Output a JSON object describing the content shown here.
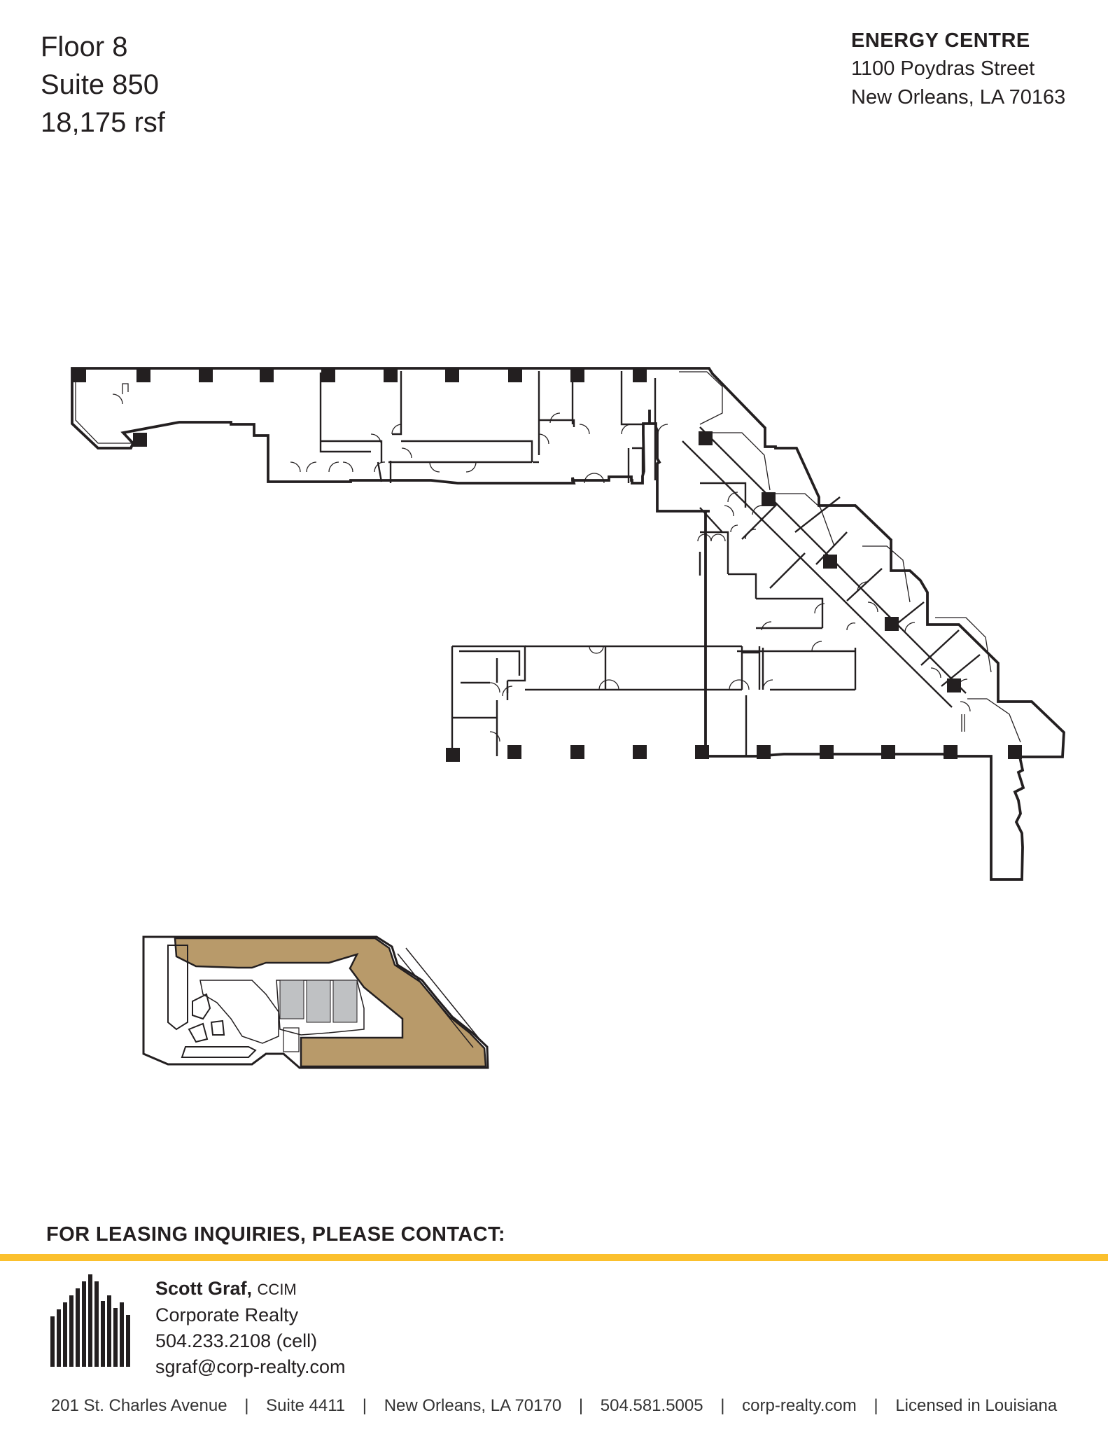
{
  "header": {
    "floor": "Floor 8",
    "suite": "Suite 850",
    "area": "18,175 rsf"
  },
  "building": {
    "name": "ENERGY CENTRE",
    "street": "1100 Poydras Street",
    "city": "New Orleans, LA 70163"
  },
  "contact": {
    "heading": "FOR LEASING INQUIRIES, PLEASE CONTACT:",
    "name": "Scott Graf,",
    "credential": "CCIM",
    "company": "Corporate Realty",
    "phone": "504.233.2108 (cell)",
    "email": "sgraf@corp-realty.com"
  },
  "footer": {
    "items": [
      "201 St. Charles Avenue",
      "Suite 4411",
      "New Orleans, LA 70170",
      "504.581.5005",
      "corp-realty.com",
      "Licensed in Louisiana"
    ]
  },
  "icons": {
    "logo": "corporate-realty-skyline-logo",
    "floor_plan": "floor-plan-drawing",
    "key_plan": "key-plan-drawing"
  },
  "colors": {
    "accent_rule": "#fbc02d",
    "key_plan_highlight": "#b89a6a",
    "ink": "#231f20"
  }
}
